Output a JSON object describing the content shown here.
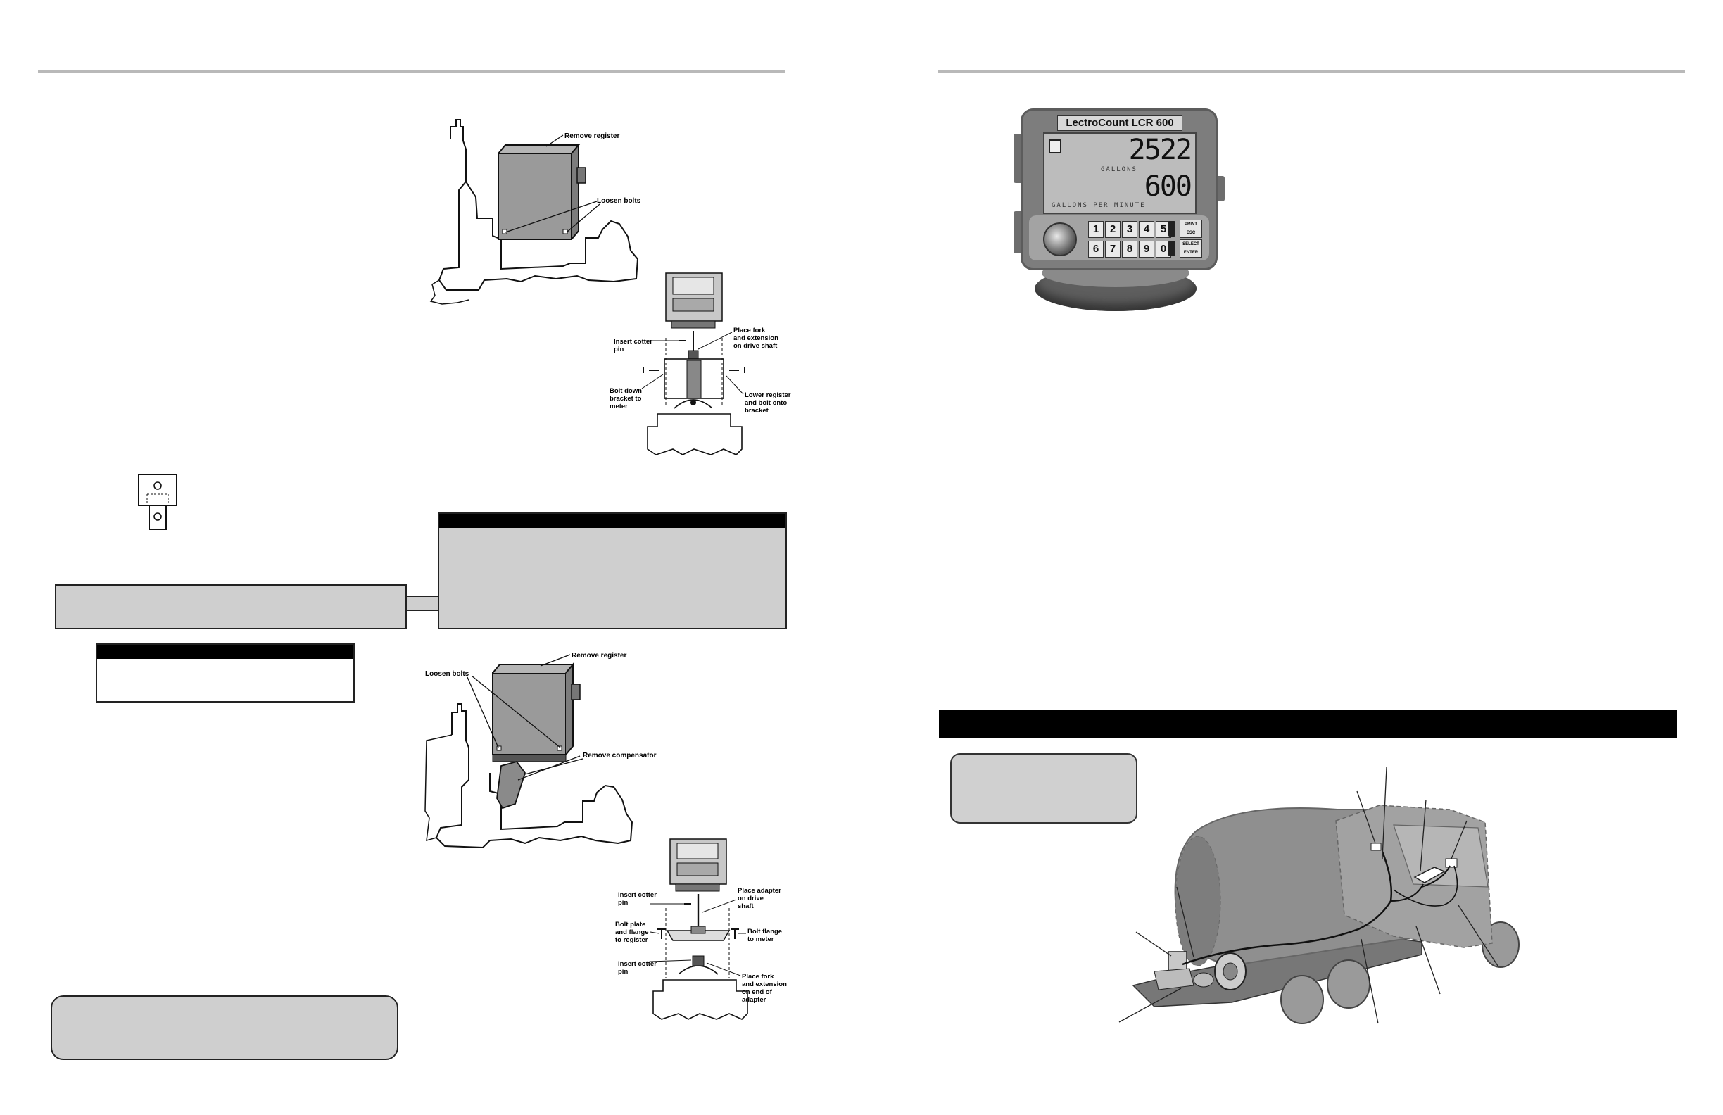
{
  "figure_top": {
    "remove_register": "Remove register",
    "loosen_bolts": "Loosen bolts"
  },
  "figure_mount": {
    "insert_cotter_pin": [
      "Insert cotter",
      "pin"
    ],
    "place_fork": [
      "Place fork",
      "and extension",
      "on drive shaft"
    ],
    "bolt_down": [
      "Bolt down",
      "bracket to",
      "meter"
    ],
    "lower_register": [
      "Lower register",
      "and bolt onto",
      "bracket"
    ]
  },
  "figure_bottom": {
    "remove_register": "Remove register",
    "loosen_bolts": "Loosen bolts",
    "remove_compensator": "Remove compensator"
  },
  "figure_adapter": {
    "insert_cotter_pin_1": [
      "Insert cotter",
      "pin"
    ],
    "place_adapter": [
      "Place adapter",
      "on drive",
      "shaft"
    ],
    "bolt_plate": [
      "Bolt plate",
      "and flange",
      "to register"
    ],
    "bolt_flange": [
      "Bolt flange",
      "to meter"
    ],
    "insert_cotter_pin_2": [
      "Insert cotter",
      "pin"
    ],
    "place_fork_end": [
      "Place fork",
      "and extension",
      "on end of",
      "adapter"
    ]
  },
  "device": {
    "brand": "LectroCount LCR 600",
    "main_value": "2522",
    "main_unit": "GALLONS",
    "rate_value": "600",
    "rate_unit": "GALLONS PER MINUTE",
    "keys_row1": [
      "1",
      "2",
      "3",
      "4",
      "5"
    ],
    "keys_row2": [
      "6",
      "7",
      "8",
      "9",
      "0"
    ],
    "side_keys": [
      "PRINT",
      "ESC",
      "SELECT",
      "ENTER"
    ]
  }
}
